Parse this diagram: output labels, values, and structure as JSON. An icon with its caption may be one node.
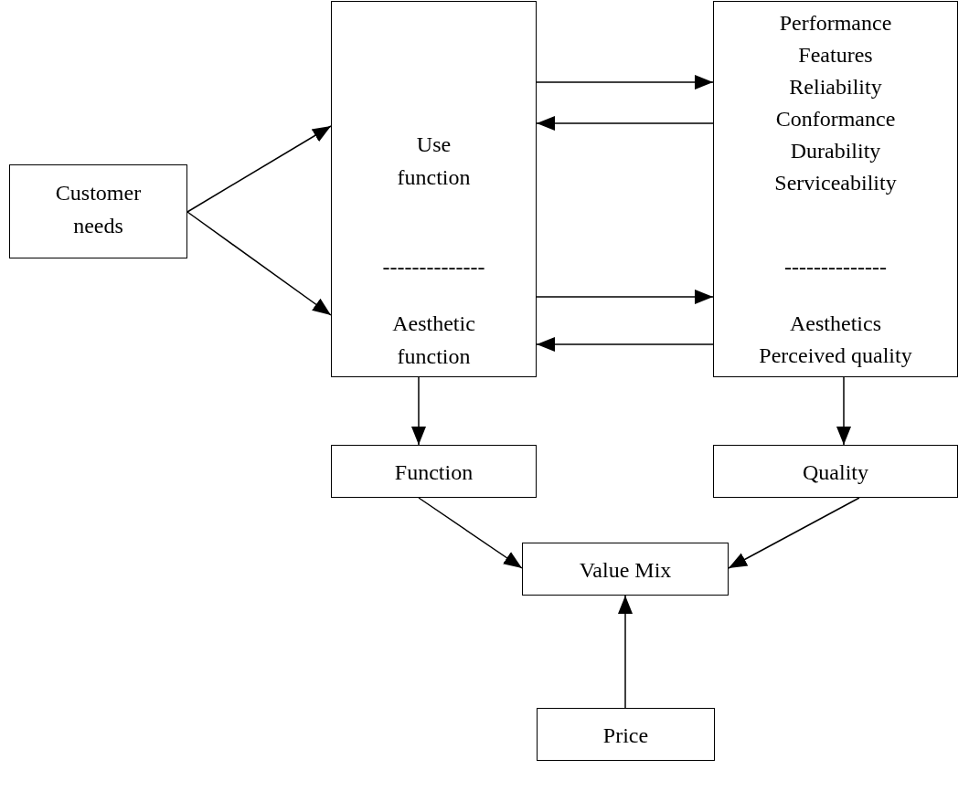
{
  "diagram": {
    "nodes": [
      {
        "text": [
          "Customer needs"
        ]
      },
      {
        "text": [
          "Use function",
          "--------------",
          "Aesthetic function"
        ]
      },
      {
        "text": [
          "Performance",
          "Features",
          "Reliability",
          "Conformance",
          "Durability",
          "Serviceability",
          "--------------",
          "Aesthetics",
          "Perceived quality"
        ]
      },
      {
        "text": [
          "Function"
        ]
      },
      {
        "text": [
          "Quality"
        ]
      },
      {
        "text": [
          "Value Mix"
        ]
      },
      {
        "text": [
          "Price"
        ]
      }
    ],
    "edges": [
      {
        "from": 0,
        "to": 1,
        "arrow": "to"
      },
      {
        "from": 0,
        "to": 1,
        "arrow": "to"
      },
      {
        "from": 1,
        "to": 2,
        "arrow": "to"
      },
      {
        "from": 2,
        "to": 1,
        "arrow": "to"
      },
      {
        "from": 1,
        "to": 2,
        "arrow": "to"
      },
      {
        "from": 2,
        "to": 1,
        "arrow": "to"
      },
      {
        "from": 1,
        "to": 3,
        "arrow": "to"
      },
      {
        "from": 2,
        "to": 4,
        "arrow": "to"
      },
      {
        "from": 3,
        "to": 5,
        "arrow": "to"
      },
      {
        "from": 4,
        "to": 5,
        "arrow": "to"
      },
      {
        "from": 6,
        "to": 5,
        "arrow": "to"
      }
    ]
  }
}
